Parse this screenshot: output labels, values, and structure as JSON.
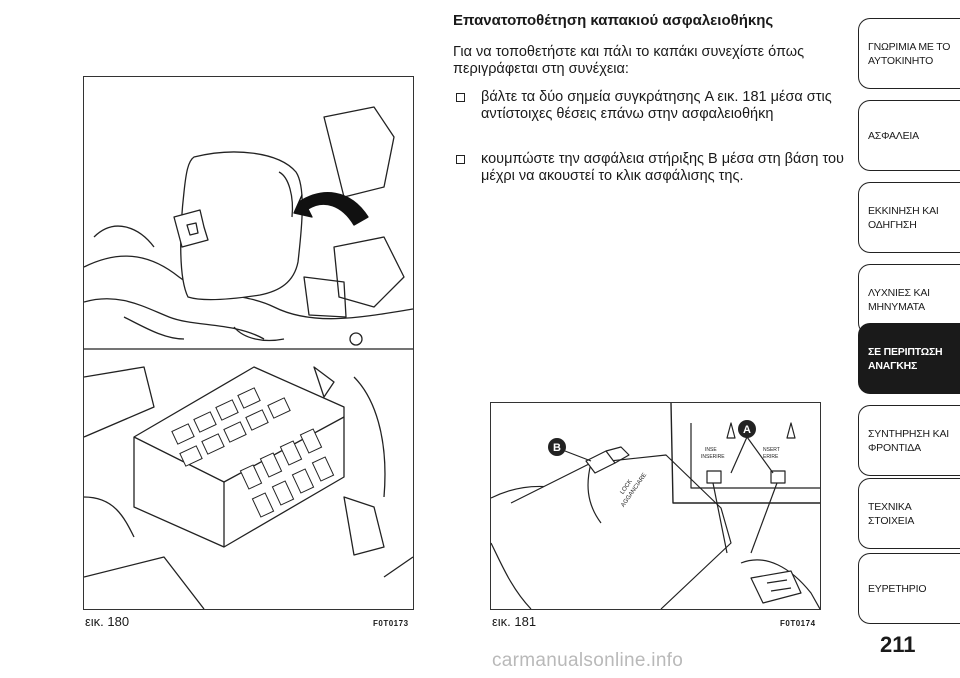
{
  "figures": {
    "left": {
      "caption_prefix": "εικ.",
      "caption_number": "180",
      "code": "F0T0173"
    },
    "right": {
      "caption_prefix": "εικ.",
      "caption_number": "181",
      "code": "F0T0174",
      "label_a": "A",
      "label_b": "B",
      "insert_left_1": "INSE",
      "insert_left_2": "INSERIRE",
      "insert_right_1": "NSERT",
      "insert_right_2": "ERIRE",
      "lock_1": "LOCK",
      "lock_2": "AGGANCIARE"
    }
  },
  "content": {
    "heading": "Επανατοποθέτηση καπακιού ασφαλειοθήκης",
    "intro": "Για να τοποθετήστε και πάλι το καπάκι συνεχίστε όπως περιγράφεται στη συνέχεια:",
    "bullets": [
      "βάλτε τα δύο σημεία συγκράτησης A εικ. 181 μέσα στις αντίστοιχες θέσεις επάνω στην ασφαλειοθήκη",
      "κουμπώστε την ασφάλεια στήριξης B μέσα στη βάση του μέχρι να ακουστεί το κλικ ασφάλισης της."
    ]
  },
  "tabs": [
    {
      "label": "ΓΝΩΡΙΜΙΑ ΜΕ ΤΟ ΑΥΤΟΚΙΝΗΤΟ",
      "active": false
    },
    {
      "label": "ΑΣΦΑΛΕΙΑ",
      "active": false
    },
    {
      "label": "ΕΚΚΙΝΗΣΗ ΚΑΙ ΟΔΗΓΗΣΗ",
      "active": false
    },
    {
      "label": "ΛΥΧΝΙΕΣ ΚΑΙ ΜΗΝΥΜΑΤΑ",
      "active": false
    },
    {
      "label": "ΣΕ ΠΕΡΙΠΤΩΣΗ ΑΝΑΓΚΗΣ",
      "active": true
    },
    {
      "label": "ΣΥΝΤΗΡΗΣΗ ΚΑΙ ΦΡΟΝΤΙΔΑ",
      "active": false
    },
    {
      "label": "ΤΕΧΝΙΚΑ ΣΤΟΙΧΕΙΑ",
      "active": false
    },
    {
      "label": "ΕΥΡΕΤΗΡΙΟ",
      "active": false
    }
  ],
  "page_number": "211",
  "watermark": "carmanualsonline.info"
}
